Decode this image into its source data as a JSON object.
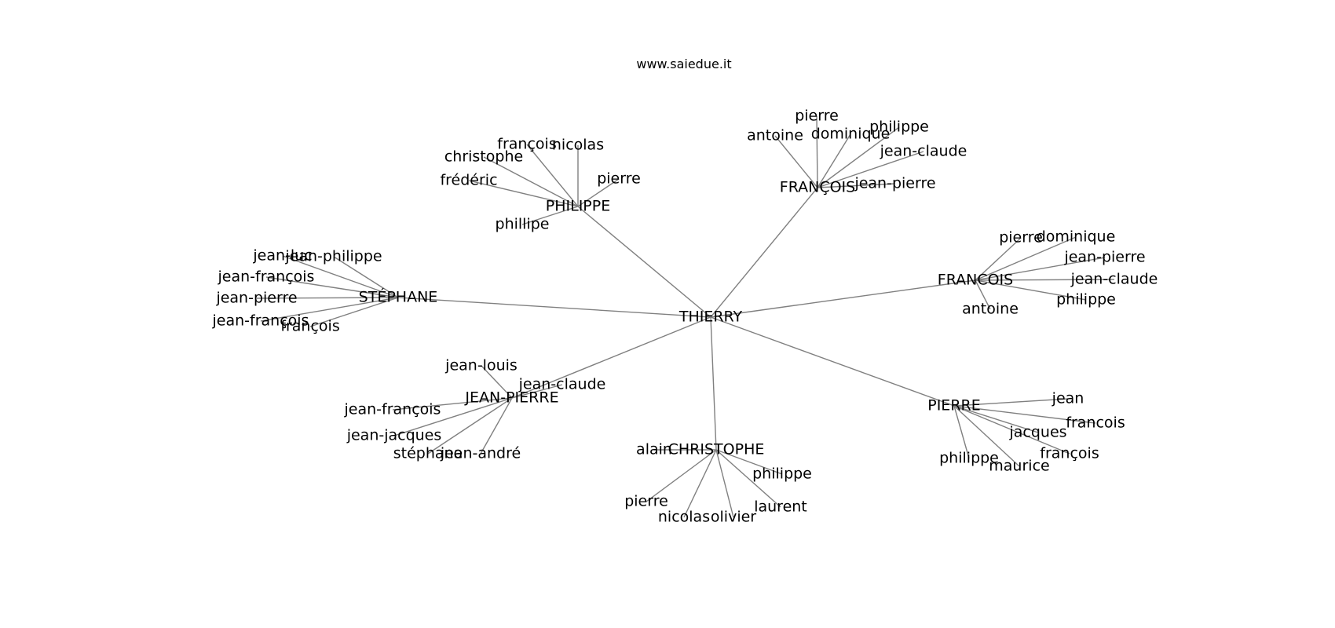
{
  "page": {
    "title": "www.saiedue.it"
  },
  "graph": {
    "edge_color": "#808080",
    "text_color": "#000000",
    "root": "THIERRY",
    "hubs": [
      {
        "label": "FRANÇOIS",
        "leaves": [
          "pierre",
          "antoine",
          "dominique",
          "philippe",
          "jean-claude",
          "jean-pierre"
        ]
      },
      {
        "label": "PHILIPPE",
        "leaves": [
          "françois",
          "nicolas",
          "christophe",
          "pierre",
          "frédéric",
          "phillipe"
        ]
      },
      {
        "label": "FRANCOIS",
        "leaves": [
          "pierre",
          "dominique",
          "jean-pierre",
          "jean-claude",
          "philippe",
          "antoine"
        ]
      },
      {
        "label": "STÉPHANE",
        "leaves": [
          "jean-luc",
          "jean-philippe",
          "jean-françois",
          "jean-pierre",
          "jean-françois",
          "françois"
        ]
      },
      {
        "label": "JEAN-PIERRE",
        "leaves": [
          "jean-louis",
          "jean-claude",
          "jean-françois",
          "jean-jacques",
          "stéphane",
          "jean-andré"
        ]
      },
      {
        "label": "CHRISTOPHE",
        "leaves": [
          "alain",
          "philippe",
          "laurent",
          "olivier",
          "nicolas",
          "pierre"
        ]
      },
      {
        "label": "PIERRE",
        "leaves": [
          "jean",
          "francois",
          "jacques",
          "françois",
          "maurice",
          "philippe"
        ]
      }
    ]
  }
}
